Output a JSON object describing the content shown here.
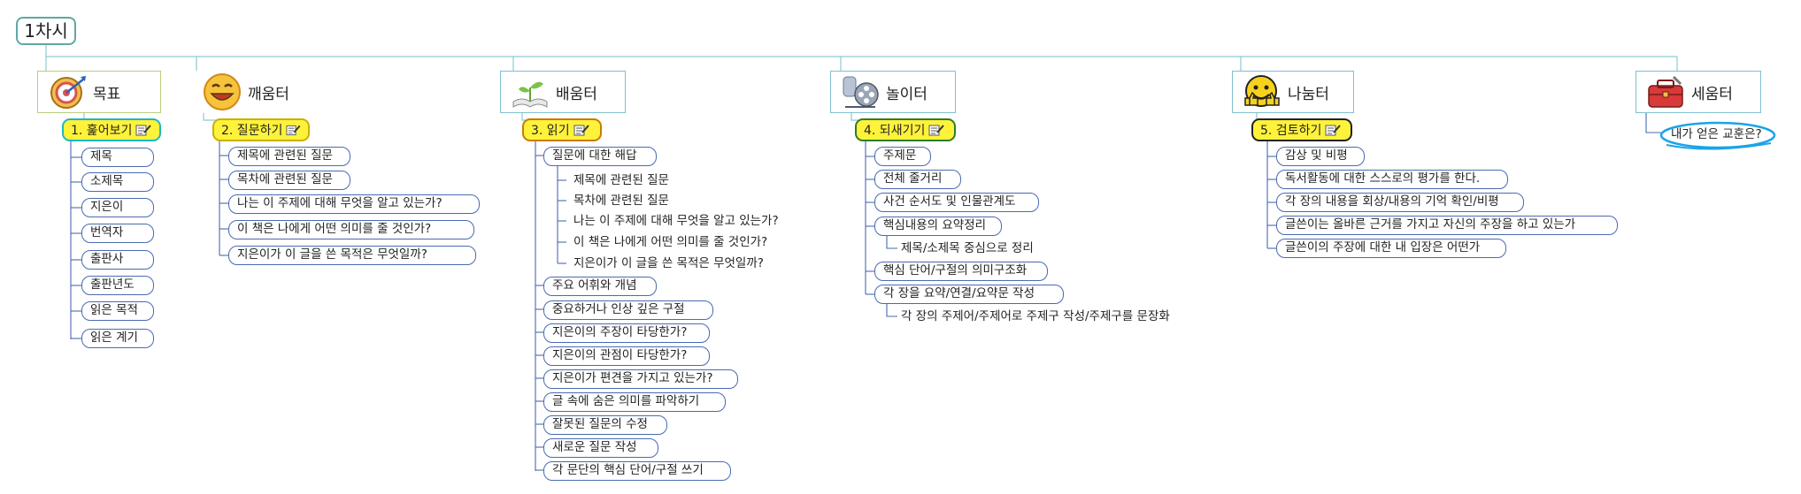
{
  "root": "1차시",
  "branches": {
    "goal": {
      "title": "목표",
      "icon": "target-icon",
      "sub": "1. 훑어보기",
      "items": [
        "제목",
        "소제목",
        "지은이",
        "번역자",
        "출판사",
        "출판년도",
        "읽은 목적",
        "읽은 계기"
      ]
    },
    "awaken": {
      "title": "깨움터",
      "icon": "smiley-face-icon",
      "sub": "2. 질문하기",
      "items": [
        "제목에 관련된 질문",
        "목차에 관련된 질문",
        "나는 이 주제에 대해 무엇을 알고 있는가?",
        "이 책은 나에게 어떤 의미를 줄 것인가?",
        "지은이가 이 글을 쓴 목적은 무엇일까?"
      ]
    },
    "learn": {
      "title": "배움터",
      "icon": "open-book-icon",
      "sub": "3. 읽기",
      "answer": "질문에 대한 해답",
      "answer_items": [
        "제목에 관련된 질문",
        "목차에 관련된 질문",
        "나는 이 주제에 대해 무엇을 알고 있는가?",
        "이 책은 나에게 어떤 의미를 줄 것인가?",
        "지은이가 이 글을 쓴 목적은 무엇일까?"
      ],
      "items": [
        "주요 어휘와 개념",
        "중요하거나 인상 깊은 구절",
        "지은이의 주장이 타당한가?",
        "지은이의 관점이 타당한가?",
        "지은이가 편견을 가지고 있는가?",
        "글 속에 숨은 의미를 파악하기",
        "잘못된 질문의 수정",
        "새로운 질문 작성",
        "각 문단의 핵심 단어/구절 쓰기"
      ]
    },
    "play": {
      "title": "놀이터",
      "icon": "film-reel-icon",
      "sub": "4. 되새기기",
      "items": [
        "주제문",
        "전체 줄거리",
        "사건 순서도 및 인물관계도",
        "핵심내용의 요약정리",
        "핵심 단어/구절의 의미구조화",
        "각 장을 요약/연결/요약문 작성"
      ],
      "sub_summary": "제목/소제목 중심으로 정리",
      "sub_chapter": "각 장의 주제어/주제어로 주제구 작성/주제구를 문장화"
    },
    "share": {
      "title": "나눔터",
      "icon": "thumbs-up-smiley-icon",
      "sub": "5. 검토하기",
      "items": [
        "감상 및 비평",
        "독서활동에 대한 스스로의 평가를 한다.",
        "각 장의 내용을 회상/내용의 기억 확인/비평",
        "글쓴이는 올바른 근거를 가지고 자신의 주장을 하고 있는가",
        "글쓴이의 주장에 대한 내 입장은 어떤가"
      ]
    },
    "grow": {
      "title": "세움터",
      "icon": "toolbox-icon",
      "items": [
        "내가 얻은 교훈은?"
      ]
    }
  },
  "colors": {
    "connector": "#8fc9d3",
    "sub_fill": "#fff23a",
    "leaf_border": "#4a6ab0",
    "highlight": "#1aa3e8"
  }
}
